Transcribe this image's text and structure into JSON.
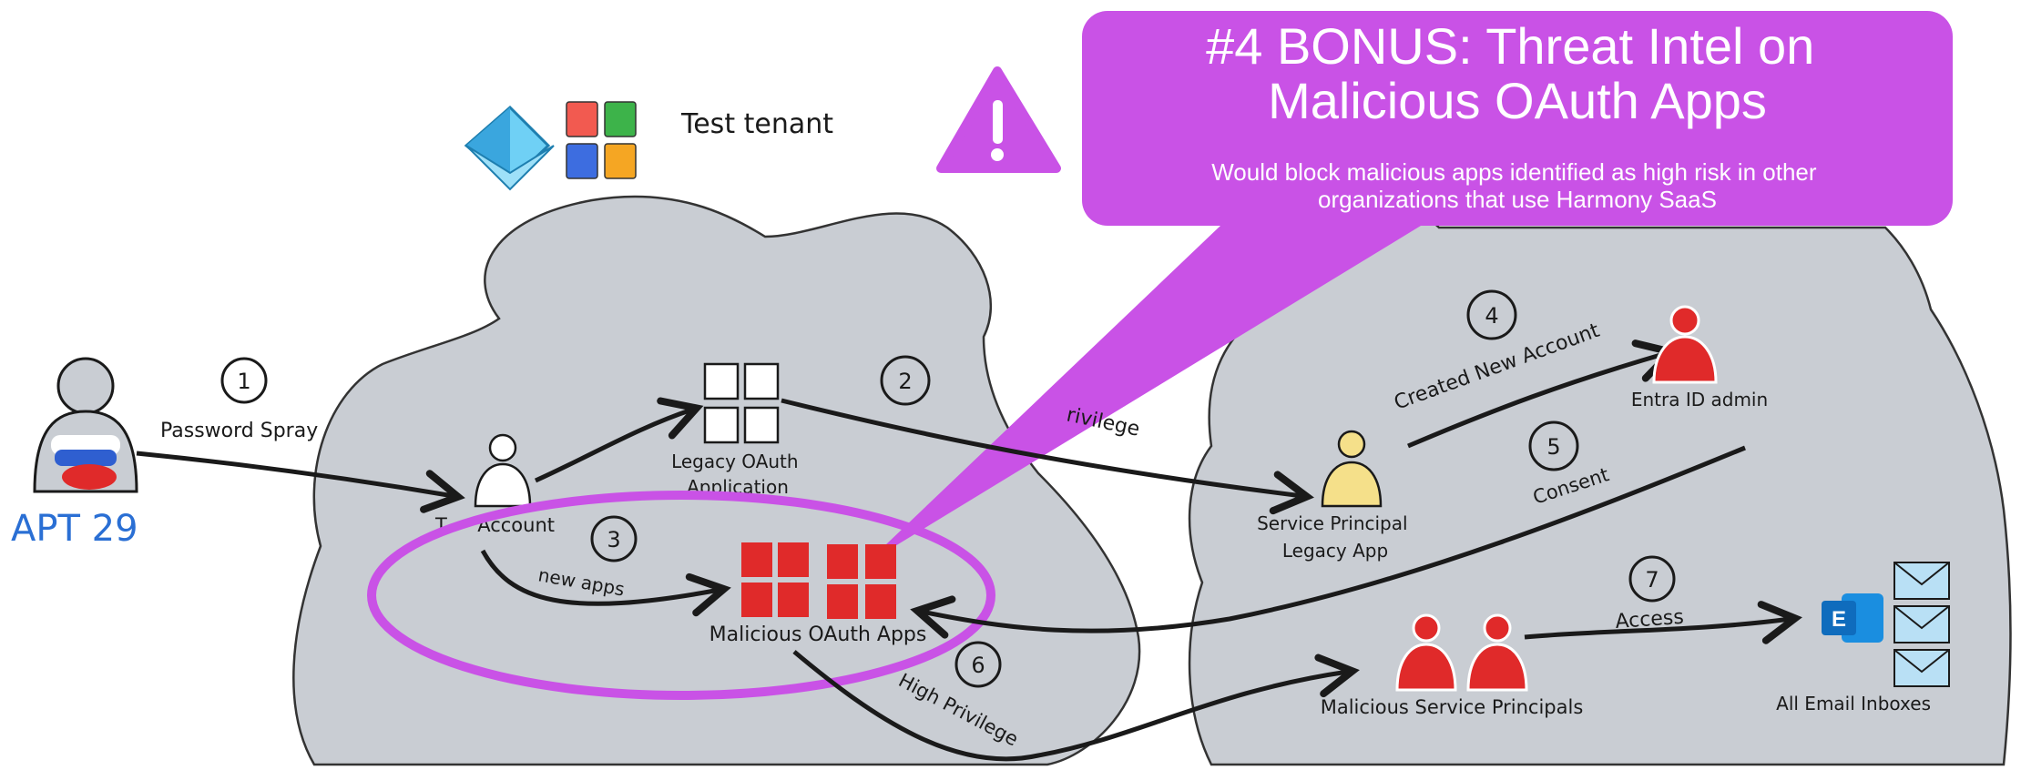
{
  "callout": {
    "title_line1": "#4 BONUS: Threat Intel on",
    "title_line2": "Malicious OAuth Apps",
    "body_line1": "Would block malicious apps identified as high risk in other",
    "body_line2": "organizations that use Harmony SaaS"
  },
  "tenant_label": "Test tenant",
  "actor_label": "APT 29",
  "steps": {
    "s1": {
      "num": "1",
      "label": "Password Spray"
    },
    "s2": {
      "num": "2",
      "label": "rivilege"
    },
    "s3": {
      "num": "3",
      "label": "new apps"
    },
    "s4": {
      "num": "4",
      "label": "Created New Account"
    },
    "s5": {
      "num": "5",
      "label": "Consent"
    },
    "s6": {
      "num": "6",
      "label": "High Privilege"
    },
    "s7": {
      "num": "7",
      "label": "Access"
    }
  },
  "nodes": {
    "test_account": "T     Account",
    "legacy_app_line1": "Legacy OAuth",
    "legacy_app_line2": "Application",
    "malicious_apps": "Malicious OAuth Apps",
    "service_principal_line1": "Service Principal",
    "service_principal_line2": "Legacy App",
    "entra_admin": "Entra ID admin",
    "malicious_sps": "Malicious Service Principals",
    "inboxes": "All Email Inboxes",
    "exchange_letter": "E"
  },
  "colors": {
    "callout": "#c952e6",
    "cloud": "#c9cdd3",
    "red": "#e02a2a",
    "yellow": "#f5e08a",
    "envelope": "#b9e0f5"
  }
}
